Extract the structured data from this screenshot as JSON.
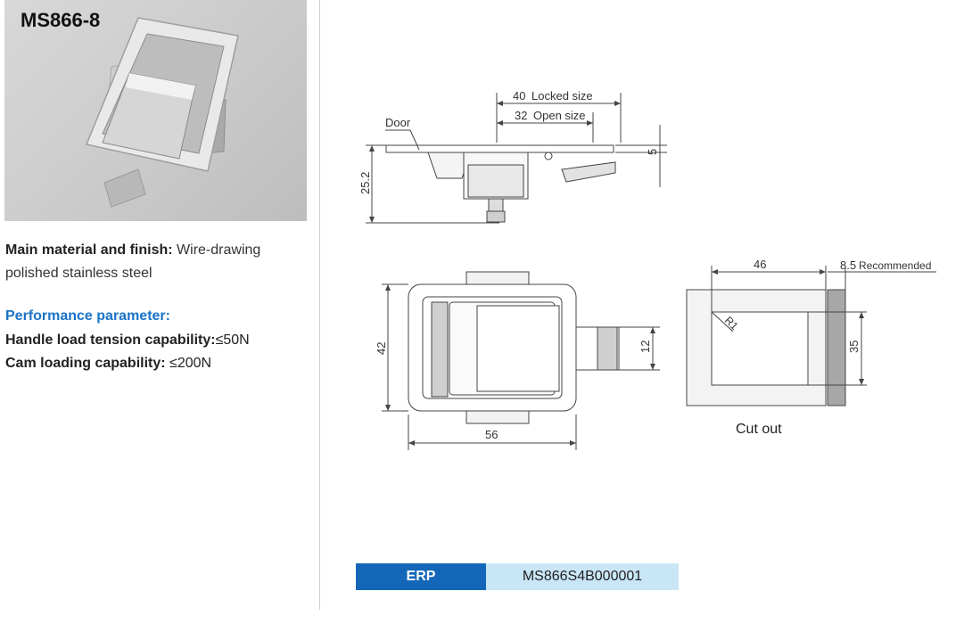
{
  "product": {
    "model": "MS866-8",
    "material_label": "Main material and finish:",
    "material_value": "Wire-drawing polished stainless steel"
  },
  "performance": {
    "heading": "Performance parameter:",
    "items": [
      {
        "label": "Handle load tension capability:",
        "value": "≤50N"
      },
      {
        "label": "Cam loading capability:",
        "value": "≤200N"
      }
    ]
  },
  "drawing": {
    "side_view": {
      "locked_size_value": "40",
      "locked_size_label": "Locked size",
      "open_size_value": "32",
      "open_size_label": "Open size",
      "door_label": "Door",
      "height_total": "25.2",
      "thickness": "5"
    },
    "front_view": {
      "height": "42",
      "width": "56",
      "cam_width": "12"
    },
    "cutout": {
      "width": "46",
      "recommended_value": "8.5",
      "recommended_label": "Recommended",
      "radius": "R1",
      "height": "35",
      "caption": "Cut out"
    }
  },
  "erp": {
    "label": "ERP",
    "code": "MS866S4B000001"
  },
  "colors": {
    "accent_blue": "#1a73c9",
    "erp_dark": "#1467b8",
    "erp_light": "#c9e6f6"
  }
}
